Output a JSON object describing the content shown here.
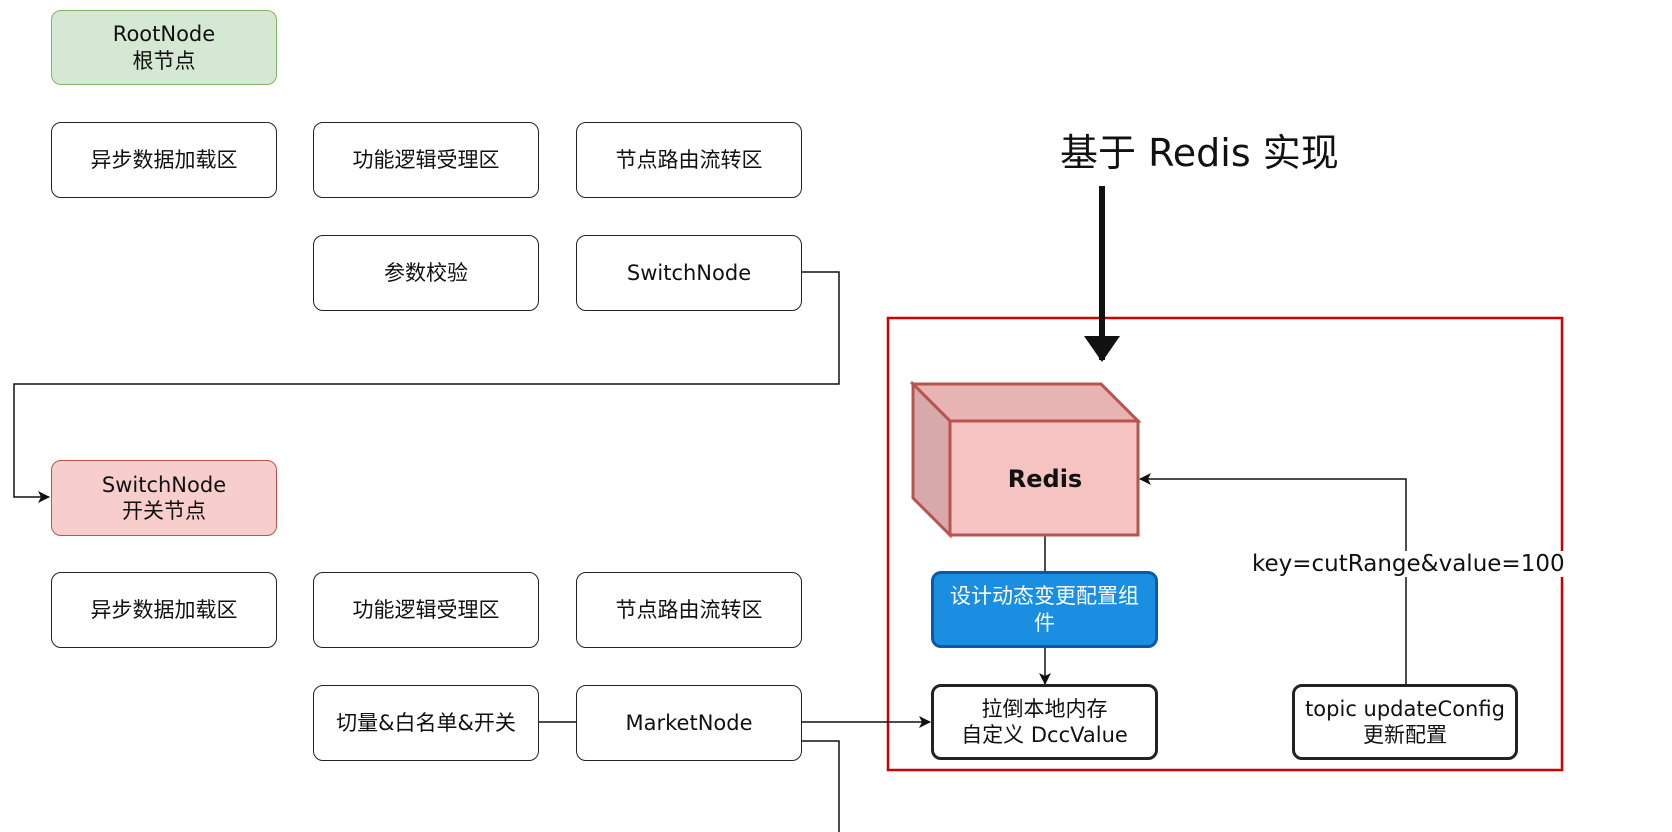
{
  "nodes": {
    "root": {
      "line1": "RootNode",
      "line2": "根节点"
    },
    "row1": {
      "load": "异步数据加载区",
      "logic": "功能逻辑受理区",
      "route": "节点路由流转区"
    },
    "param_check": "参数校验",
    "switch_node": "SwitchNode",
    "switch_title": {
      "line1": "SwitchNode",
      "line2": "开关节点"
    },
    "row2": {
      "load": "异步数据加载区",
      "logic": "功能逻辑受理区",
      "route": "节点路由流转区"
    },
    "cut": "切量&白名单&开关",
    "market_node": "MarketNode"
  },
  "redis_section": {
    "title": "基于 Redis 实现",
    "cube_label": "Redis",
    "component": "设计动态变更配置组件",
    "local_memory": {
      "line1": "拉倒本地内存",
      "line2": "自定义 DccValue"
    },
    "topic": {
      "line1": "topic updateConfig",
      "line2": "更新配置"
    },
    "edge_label": "key=cutRange&value=100"
  },
  "colors": {
    "root_fill": "#d5e8d4",
    "switch_fill": "#f8cecc",
    "component_fill": "#1a8ee0",
    "frame": "#cc0000",
    "cube_front": "#f4c3c2",
    "cube_side": "#d7a9a8"
  }
}
